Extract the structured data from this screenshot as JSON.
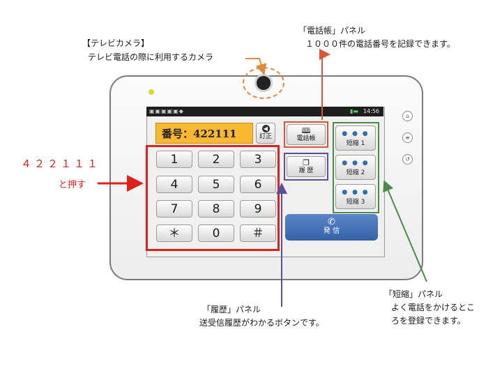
{
  "annotations": {
    "camera_title": "【テレビカメラ】",
    "camera_desc": "テレビ電話の際に利用するカメラ",
    "phonebook_title": "「電話帳」パネル",
    "phonebook_desc": "１０００件の電話番号を記録できます。",
    "dial_line1": "４２２１１１",
    "dial_line2": "と押す",
    "history_title": "「履歴」パネル",
    "history_desc": "送受信履歴がわかるボタンです。",
    "speed_title": "「短縮」パネル",
    "speed_desc1": "よく電話をかけるとこ",
    "speed_desc2": "ろを登録できます。"
  },
  "status_bar": {
    "icons": "▣▣▣▣▣◆",
    "right_icons": "▮▬",
    "time": "14:56"
  },
  "number_display": "番号：422111",
  "correct_button": {
    "icon": "◀",
    "label": "訂正"
  },
  "keypad": [
    "1",
    "2",
    "3",
    "4",
    "5",
    "6",
    "7",
    "8",
    "9",
    "＊",
    "0",
    "＃"
  ],
  "phonebook_button": {
    "icon": "🕮",
    "label": "電話帳"
  },
  "history_button": {
    "icon": "❐",
    "label": "履 歴"
  },
  "speed_dial": [
    {
      "dots": "● ● ●",
      "label": "短縮 1"
    },
    {
      "dots": "● ● ●",
      "label": "短縮 2"
    },
    {
      "dots": "● ● ●",
      "label": "短縮 3"
    }
  ],
  "call_button": {
    "icon": "✆",
    "label": "発 信"
  },
  "hardware_buttons": [
    "⌂",
    "≡",
    "↺"
  ],
  "colors": {
    "camera": "#e08a3a",
    "keypad_highlight": "#e0201b",
    "phonebook": "#d8563a",
    "history": "#5a4fa0",
    "speed": "#4a8a4a",
    "call": "#3562a8"
  }
}
